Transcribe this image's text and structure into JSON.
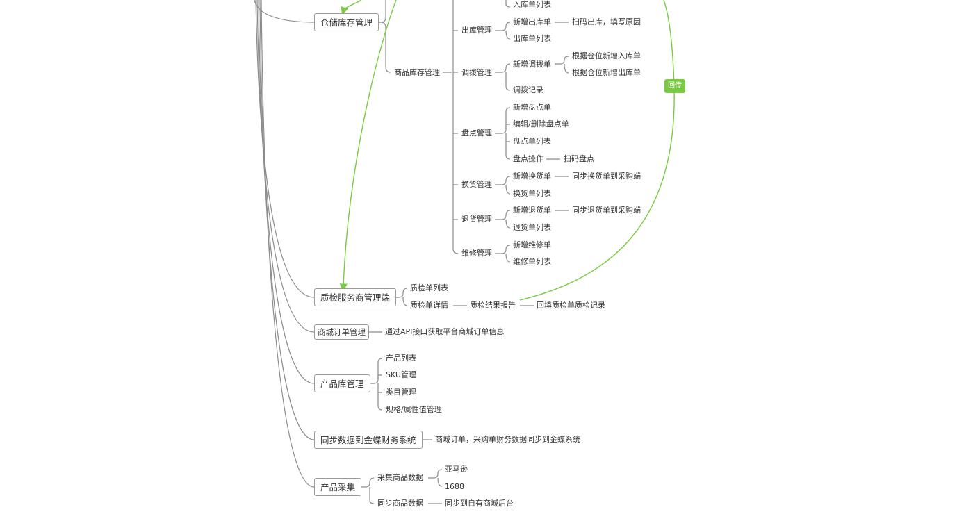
{
  "nodes": {
    "warehouse": "仓储库存管理",
    "inbound_list": "入库单列表",
    "outbound_mgmt": "出库管理",
    "new_outbound": "新增出库单",
    "scan_outbound": "扫码出库，填写原因",
    "outbound_list": "出库单列表",
    "goods_stock": "商品库存管理",
    "transfer_mgmt": "调拨管理",
    "new_transfer": "新增调拨单",
    "transfer_in": "根据仓位新增入库单",
    "transfer_out": "根据仓位新增出库单",
    "transfer_record": "调拨记录",
    "stocktake_mgmt": "盘点管理",
    "new_stocktake": "新增盘点单",
    "edit_stocktake": "编辑/删除盘点单",
    "stocktake_list": "盘点单列表",
    "stocktake_op": "盘点操作",
    "scan_stocktake": "扫码盘点",
    "exchange_mgmt": "换货管理",
    "new_exchange": "新增换货单",
    "sync_exchange": "同步换货单到采购端",
    "exchange_list": "换货单列表",
    "return_mgmt": "退货管理",
    "new_return": "新增退货单",
    "sync_return": "同步退货单到采购端",
    "return_list": "退货单列表",
    "repair_mgmt": "维修管理",
    "new_repair": "新增维修单",
    "repair_list": "维修单列表",
    "return_tag": "回传",
    "qc_provider": "质检服务商管理端",
    "qc_list": "质检单列表",
    "qc_detail": "质检单详情",
    "qc_report": "质检结果报告",
    "qc_fill": "回填质检单质检记录",
    "mall_order": "商城订单管理",
    "mall_api": "通过API接口获取平台商城订单信息",
    "product_stock": "产品库管理",
    "product_list": "产品列表",
    "sku": "SKU管理",
    "category": "类目管理",
    "spec": "规格/属性值管理",
    "sync_kingdee": "同步数据到金蝶财务系统",
    "sync_kingdee_desc": "商城订单，采购单财务数据同步到金蝶系统",
    "collect": "产品采集",
    "collect_data": "采集商品数据",
    "amazon": "亚马逊",
    "n1688": "1688",
    "sync_goods": "同步商品数据",
    "sync_mall": "同步到自有商城后台"
  },
  "colors": {
    "line": "#8c8c8c",
    "green": "#7ac943",
    "text": "#333333"
  }
}
